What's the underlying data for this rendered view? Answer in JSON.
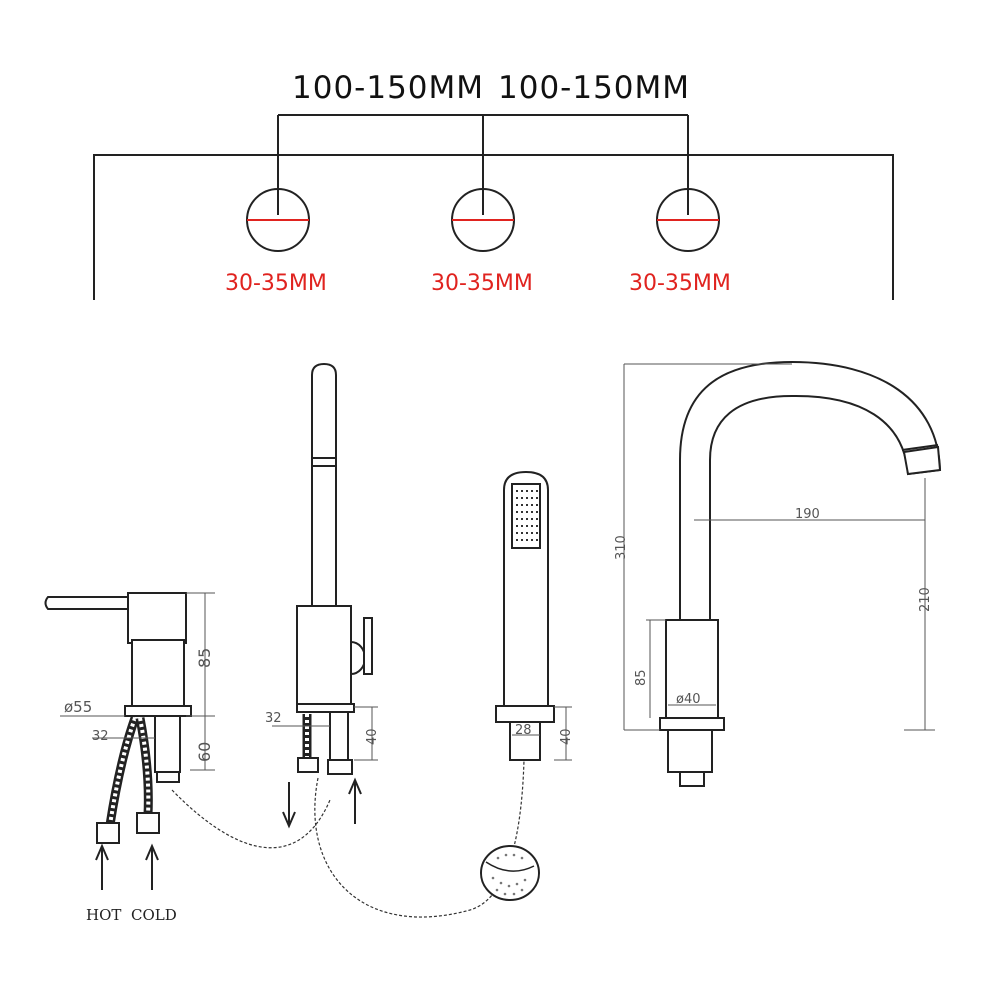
{
  "spacing": {
    "left": "100-150MM",
    "right": "100-150MM"
  },
  "holes": [
    {
      "label": "30-35MM"
    },
    {
      "label": "30-35MM"
    },
    {
      "label": "30-35MM"
    }
  ],
  "mixer": {
    "height": "85",
    "diameter": "ø55",
    "pipe": "32",
    "tail": "60"
  },
  "spout_tap": {
    "pipe": "32",
    "tail": "40"
  },
  "handshower": {
    "width": "28",
    "tail": "40"
  },
  "spout": {
    "total_height": "310",
    "reach": "190",
    "outlet_height": "210",
    "base_height": "85",
    "base_diameter": "ø40"
  },
  "inlets": {
    "hot": "HOT",
    "cold": "COLD"
  },
  "colors": {
    "accent": "#e0231f",
    "line": "#222222"
  }
}
